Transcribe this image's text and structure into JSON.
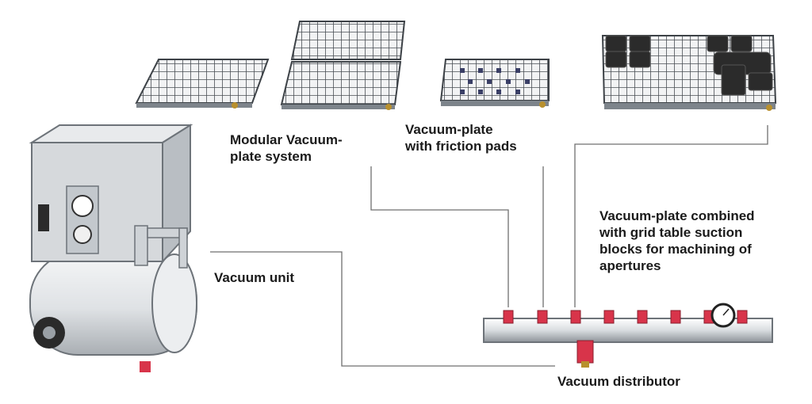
{
  "labels": {
    "modular": "Modular Vacuum-\nplate system",
    "friction": "Vacuum-plate\nwith friction pads",
    "combined": "Vacuum-plate combined\nwith grid table suction\nblocks for machining of\napertures",
    "vacuum_unit": "Vacuum unit",
    "distributor": "Vacuum distributor"
  },
  "colors": {
    "line": "#6f6f6f",
    "metal": "#c9ced3",
    "metal_dark": "#7d848b",
    "valve": "#d8344a",
    "block": "#2b2b2b"
  },
  "icons": [
    "grid-plate-icon",
    "vacuum-pump-icon",
    "distributor-manifold-icon",
    "pressure-gauge-icon"
  ]
}
